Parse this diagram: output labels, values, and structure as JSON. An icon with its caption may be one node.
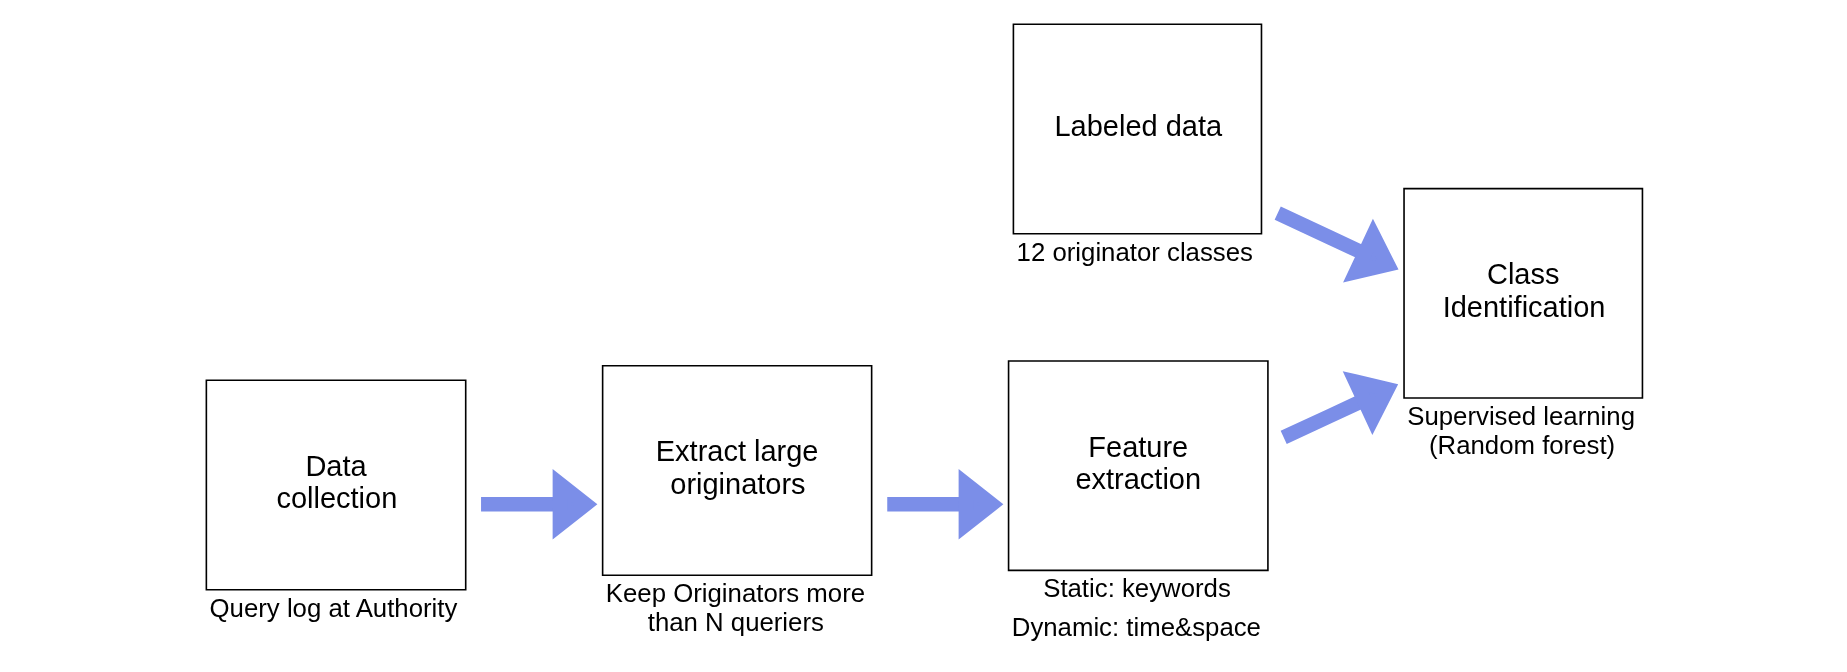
{
  "diagram": {
    "nodes": [
      {
        "text": [
          "Labeled data"
        ],
        "beside": [
          "12 originator classes"
        ]
      },
      {
        "text": [
          "Data collection"
        ],
        "beside": [
          "Query log at Authority"
        ]
      },
      {
        "text": [
          "Extract large originators"
        ],
        "beside": [
          "Keep Originators more than N queriers"
        ]
      },
      {
        "text": [
          "Feature extraction"
        ],
        "beside": [
          "Static: keywords",
          "Dynamic: time&space"
        ]
      },
      {
        "text": [
          "Class Identification"
        ],
        "beside": [
          "Supervised learning (Random forest)"
        ]
      }
    ],
    "edges": [
      {
        "from": 1,
        "to": 2,
        "arrow": "to"
      },
      {
        "from": 2,
        "to": 3,
        "arrow": "to"
      },
      {
        "from": 3,
        "to": 4,
        "arrow": "to"
      },
      {
        "from": 0,
        "to": 4,
        "arrow": "to"
      }
    ]
  }
}
